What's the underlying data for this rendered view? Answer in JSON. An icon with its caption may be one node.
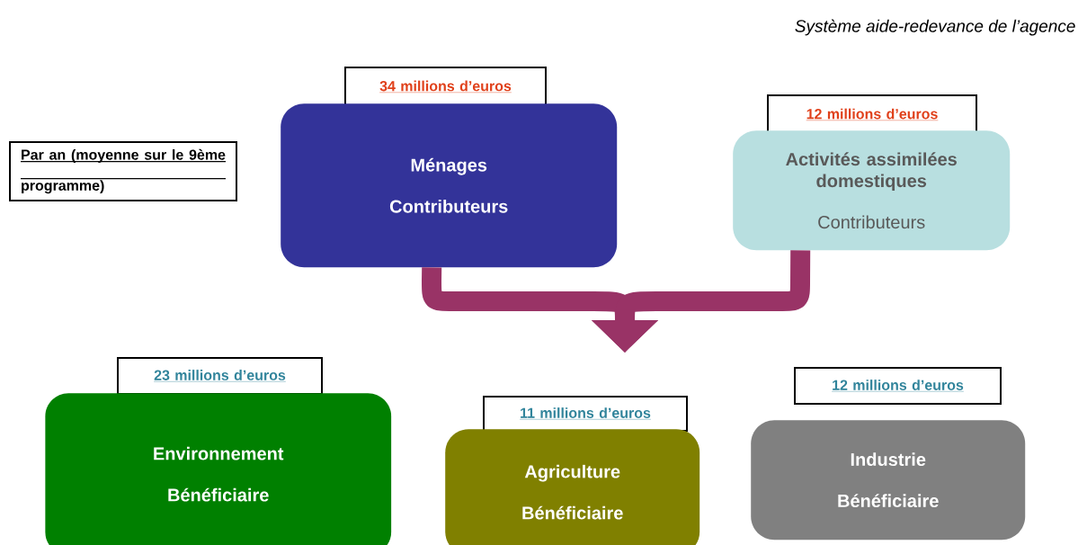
{
  "diagram": {
    "title": "Système aide-redevance de l’agence",
    "nodes": [
      {
        "text": [
          "Par an (moyenne sur le 9ème programme)"
        ]
      },
      {
        "text": [
          "34 millions d’euros"
        ]
      },
      {
        "text": [
          "Ménages",
          "Contributeurs"
        ]
      },
      {
        "text": [
          "12 millions d’euros"
        ]
      },
      {
        "text": [
          "Activités assimilées domestiques",
          "Contributeurs"
        ]
      },
      {
        "text": [
          "23 millions d’euros"
        ]
      },
      {
        "text": [
          "Environnement",
          "Bénéficiaire"
        ]
      },
      {
        "text": [
          "11 millions d’euros"
        ]
      },
      {
        "text": [
          "Agriculture",
          "Bénéficiaire"
        ]
      },
      {
        "text": [
          "12 millions d’euros"
        ]
      },
      {
        "text": [
          "Industrie",
          "Bénéficiaire"
        ]
      }
    ],
    "edges": [
      {
        "from": 2,
        "to": null,
        "arrow": "to"
      },
      {
        "from": 4,
        "to": null,
        "arrow": "to"
      }
    ]
  }
}
